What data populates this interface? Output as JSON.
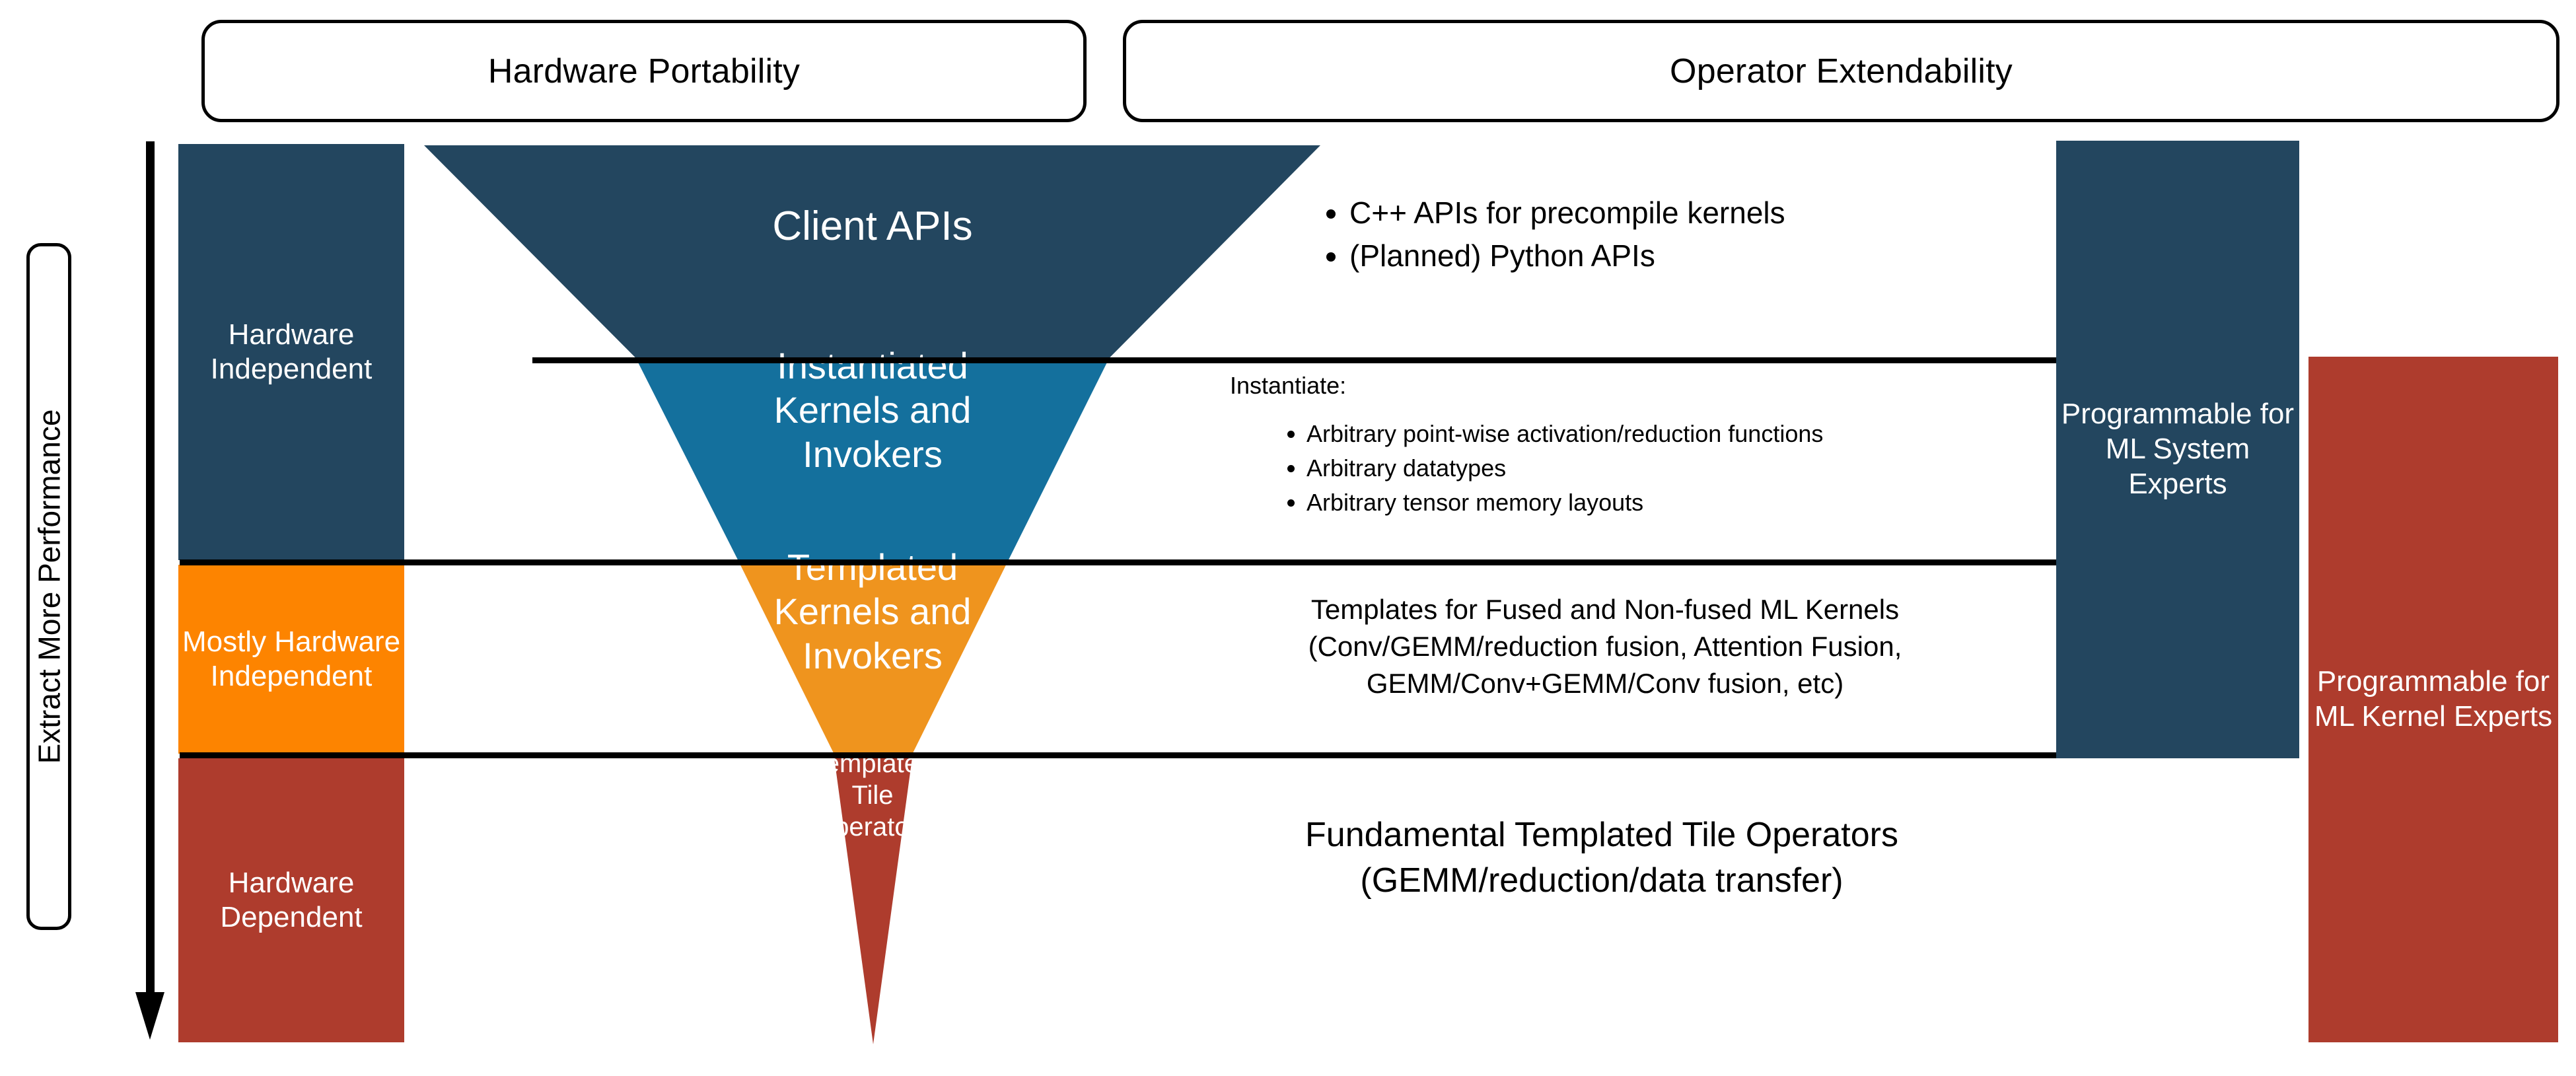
{
  "header": {
    "boxes": [
      {
        "label": "Hardware Portability"
      },
      {
        "label": "Operator Extendability"
      }
    ]
  },
  "axis": {
    "performance_label": "Extract More Performance",
    "arrow_direction": "down"
  },
  "categories": [
    {
      "label": "Hardware Independent",
      "color": "#23465f"
    },
    {
      "label": "Mostly Hardware Independent",
      "color": "#fd8400"
    },
    {
      "label": "Hardware Dependent",
      "color": "#ae3c2d"
    }
  ],
  "funnel": {
    "bands": [
      {
        "label": "Client APIs",
        "color": "#23465f"
      },
      {
        "label": "Instantiated Kernels and Invokers",
        "color": "#14709d"
      },
      {
        "label": "Templated Kernels and Invokers",
        "color": "#ef941e"
      },
      {
        "label": "Templated Tile Operators",
        "color": "#ae3c2d"
      }
    ]
  },
  "descriptions": [
    {
      "lead": "",
      "bullets": [
        "C++ APIs for precompile kernels",
        "(Planned) Python APIs"
      ],
      "paragraph": ""
    },
    {
      "lead": "Instantiate:",
      "bullets": [
        "Arbitrary point-wise activation/reduction functions",
        "Arbitrary datatypes",
        "Arbitrary tensor memory layouts"
      ],
      "paragraph": ""
    },
    {
      "lead": "",
      "bullets": [],
      "paragraph": "Templates for Fused and Non-fused ML Kernels (Conv/GEMM/reduction fusion, Attention Fusion, GEMM/Conv+GEMM/Conv fusion, etc)"
    },
    {
      "lead": "",
      "bullets": [],
      "paragraph": "Fundamental Templated Tile Operators (GEMM/reduction/data transfer)"
    }
  ],
  "desc_lines": {
    "templates_line1": "Templates for Fused and Non-fused ML Kernels",
    "templates_line2": "(Conv/GEMM/reduction fusion, Attention Fusion,",
    "templates_line3": "GEMM/Conv+GEMM/Conv fusion, etc)",
    "fundamental_line1": "Fundamental Templated Tile Operators",
    "fundamental_line2": "(GEMM/reduction/data transfer)"
  },
  "audiences": [
    {
      "label": "Programmable for ML System Experts",
      "color": "#23465f"
    },
    {
      "label": "Programmable for ML Kernel Experts",
      "color": "#ae3c2d"
    }
  ],
  "colors": {
    "dark_blue": "#23465f",
    "medium_blue": "#14709d",
    "funnel_orange": "#ef941e",
    "bar_orange": "#fd8400",
    "red": "#ae3c2d",
    "rule": "#000000",
    "background": "#ffffff"
  }
}
